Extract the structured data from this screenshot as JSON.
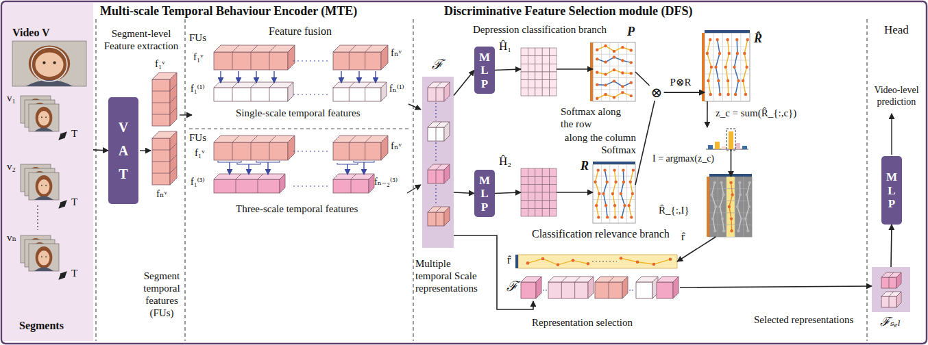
{
  "diagram": {
    "nodes": [
      {
        "text": [
          "Video V",
          "Segments"
        ]
      },
      {
        "text": [
          "VAT"
        ]
      },
      {
        "text": [
          "ℱ",
          "Multiple temporal Scale representations"
        ]
      },
      {
        "text": [
          "MLP"
        ]
      },
      {
        "text": [
          "MLP"
        ]
      },
      {
        "text": [
          "Ĥ₁"
        ]
      },
      {
        "text": [
          "Ĥ₂"
        ]
      },
      {
        "text": [
          "P"
        ]
      },
      {
        "text": [
          "R"
        ]
      },
      {
        "text": [
          "R̂"
        ]
      },
      {
        "text": [
          "z_c = sum(R̂_{:,c})"
        ]
      },
      {
        "text": [
          "R̂_{:,I}"
        ]
      },
      {
        "text": [
          "r̂"
        ]
      },
      {
        "text": [
          "ℱ",
          "Representation selection"
        ]
      },
      {
        "text": [
          "ℱₛₑₗ"
        ]
      },
      {
        "text": [
          "MLP"
        ]
      }
    ],
    "edges": [
      {
        "from": 0,
        "to": 1,
        "arrow": "to"
      },
      {
        "from": 2,
        "to": 3,
        "arrow": "to"
      },
      {
        "from": 2,
        "to": 4,
        "arrow": "to"
      },
      {
        "from": 3,
        "to": 5,
        "arrow": "to"
      },
      {
        "from": 4,
        "to": 6,
        "arrow": "to"
      },
      {
        "from": 5,
        "to": 7,
        "arrow": "to"
      },
      {
        "from": 6,
        "to": 8,
        "arrow": "to"
      },
      {
        "from": 7,
        "to": 9,
        "label": "P⊗R",
        "arrow": "to"
      },
      {
        "from": 8,
        "to": 9,
        "arrow": "to"
      },
      {
        "from": 9,
        "to": 10,
        "arrow": "to"
      },
      {
        "from": 10,
        "to": 11,
        "arrow": "to"
      },
      {
        "from": 11,
        "to": 12,
        "arrow": "to"
      },
      {
        "from": 2,
        "to": 13,
        "arrow": "to"
      },
      {
        "from": 13,
        "to": 14,
        "arrow": "to"
      },
      {
        "from": 14,
        "to": 15,
        "arrow": "to"
      }
    ],
    "labels": [
      "Multi-scale Temporal Behaviour Encoder (MTE)",
      "Discriminative Feature Selection module (DFS)",
      "Head",
      "v₁",
      "v₂",
      "vₙ",
      "T",
      "T",
      "T",
      "Segment-level Feature extraction",
      "f₁ᵛ",
      "fₙᵛ",
      "Segment temporal features (FUs)",
      "Feature fusion",
      "FUs",
      "f₁ᵛ",
      "fₙᵛ",
      "f₁⁽¹⁾",
      "fₙ⁽¹⁾",
      "Single-scale temporal features",
      "FUs",
      "f₁ᵛ",
      "fₙᵛ",
      "f₁⁽³⁾",
      "fₙ₋₂⁽³⁾",
      "Three-scale temporal features",
      "Depression classification branch",
      "Softmax along the row",
      "along the column Softmax",
      "Classification relevance branch",
      "⊗",
      "I = argmax(z_c)",
      "r̂",
      "Selected representations",
      "Video-level prediction"
    ]
  }
}
